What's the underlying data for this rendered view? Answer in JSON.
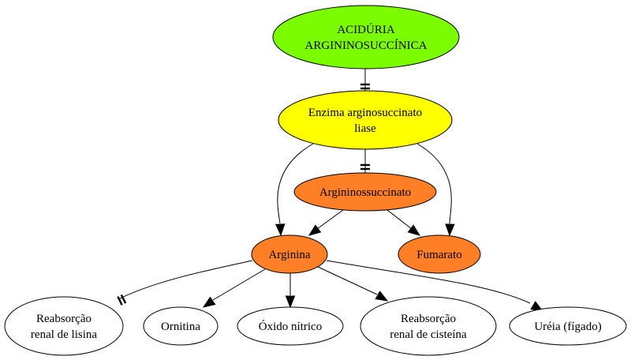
{
  "colors": {
    "root": "#7cfc00",
    "enzyme": "#ffff00",
    "compound": "#ff7f27",
    "effect": "#ffffff",
    "line": "#000000"
  },
  "nodes": {
    "acidemia": {
      "lines": [
        "ACIDÚRIA",
        "ARGININOSUCCÍNICA"
      ],
      "fill": "root"
    },
    "enzyme": {
      "lines": [
        "Enzima arginosuccinato",
        "liase"
      ],
      "fill": "enzyme"
    },
    "argininosuccinate": {
      "lines": [
        "Argininossuccinato"
      ],
      "fill": "compound"
    },
    "arginine": {
      "lines": [
        "Arginina"
      ],
      "fill": "compound"
    },
    "fumarate": {
      "lines": [
        "Fumarato"
      ],
      "fill": "compound"
    },
    "lysine_reabsorption": {
      "lines": [
        "Reabsorção",
        "renal de lisina"
      ],
      "fill": "effect"
    },
    "ornithine": {
      "lines": [
        "Ornitina"
      ],
      "fill": "effect"
    },
    "nitric_oxide": {
      "lines": [
        "Óxido nítrico"
      ],
      "fill": "effect"
    },
    "cysteine_reabsorption": {
      "lines": [
        "Reabsorção",
        "renal de cisteína"
      ],
      "fill": "effect"
    },
    "urea": {
      "lines": [
        "Uréia (fígado)"
      ],
      "fill": "effect"
    }
  },
  "edges": [
    {
      "from": "acidemia",
      "to": "enzyme",
      "type": "inhibits"
    },
    {
      "from": "enzyme",
      "to": "argininosuccinate",
      "type": "inhibits"
    },
    {
      "from": "enzyme",
      "to": "arginine",
      "type": "produces"
    },
    {
      "from": "enzyme",
      "to": "fumarate",
      "type": "produces"
    },
    {
      "from": "argininosuccinate",
      "to": "arginine",
      "type": "produces"
    },
    {
      "from": "argininosuccinate",
      "to": "fumarate",
      "type": "produces"
    },
    {
      "from": "arginine",
      "to": "lysine_reabsorption",
      "type": "inhibits"
    },
    {
      "from": "arginine",
      "to": "ornithine",
      "type": "produces"
    },
    {
      "from": "arginine",
      "to": "nitric_oxide",
      "type": "produces"
    },
    {
      "from": "arginine",
      "to": "cysteine_reabsorption",
      "type": "produces"
    },
    {
      "from": "arginine",
      "to": "urea",
      "type": "produces"
    }
  ]
}
